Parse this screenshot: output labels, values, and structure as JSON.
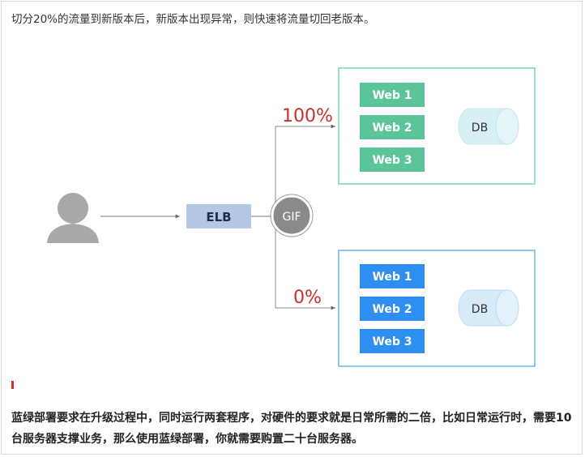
{
  "intro_text": "切分20%的流量到新版本后，新版本出现异常，则快速将流量切回老版本。",
  "diagram": {
    "elb_label": "ELB",
    "gif_badge": "GIF",
    "top_cluster": {
      "percent": "100%",
      "servers": [
        "Web 1",
        "Web 2",
        "Web 3"
      ],
      "db_label": "DB",
      "server_color": "#5cc499",
      "border_color": "#7fd3b4",
      "db_fill": "#d6f0f5"
    },
    "bottom_cluster": {
      "percent": "0%",
      "servers": [
        "Web 1",
        "Web 2",
        "Web 3"
      ],
      "db_label": "DB",
      "server_color": "#2e8ff0",
      "border_color": "#6fb2e6",
      "db_fill": "#d6eaf8"
    },
    "percent_color": "#c9302c",
    "elb_color": "#b4c8e4",
    "user_icon_color": "#a8a8a8"
  },
  "summary_text": "蓝绿部署要求在升级过程中，同时运行两套程序，对硬件的要求就是日常所需的二倍，比如日常运行时，需要10台服务器支撑业务，那么使用蓝绿部署，你就需要购置二十台服务器。"
}
